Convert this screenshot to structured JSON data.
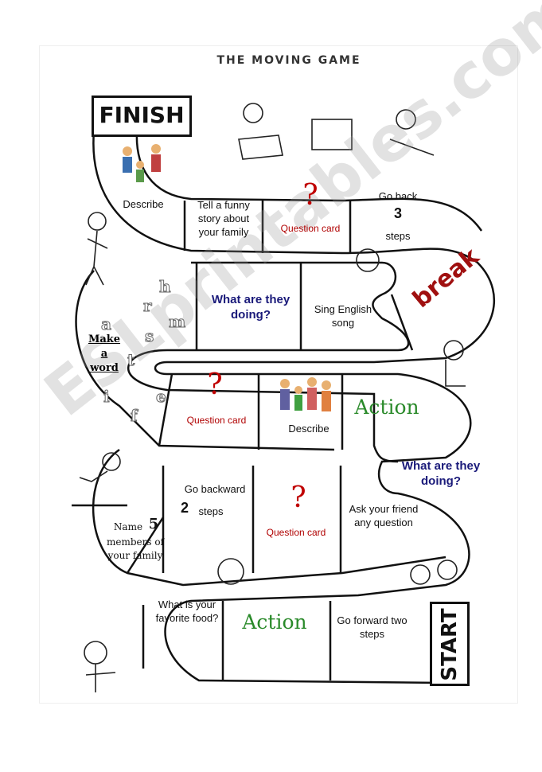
{
  "title": "THE MOVING GAME",
  "finish_label": "FINISH",
  "start_label": "START",
  "break_label": "break",
  "watermark": "ESLprintables.com",
  "make_word": [
    "Make",
    "a",
    "word"
  ],
  "letters": [
    "h",
    "r",
    "a",
    "m",
    "s",
    "t",
    "e",
    "i",
    "f"
  ],
  "squares": {
    "describe_top": "Describe",
    "funny_story": "Tell a funny story about your family",
    "question_1": "Question card",
    "go_back_1": "Go back",
    "go_back_num": "3",
    "go_back_2": "steps",
    "what_doing_1": "What are they doing?",
    "sing": "Sing English song",
    "question_2": "Question card",
    "describe_mid": "Describe",
    "action_1": "Action",
    "what_doing_2": "What are they doing?",
    "go_backward_1": "Go backward",
    "go_backward_num": "2",
    "go_backward_2": "steps",
    "question_3": "Question card",
    "ask_friend": "Ask your friend any question",
    "name_1": "Name",
    "name_num": "5",
    "name_2": "members of your family",
    "favorite_food": "What is your favorite food?",
    "action_2": "Action",
    "go_forward": "Go forward two steps"
  },
  "question_mark": "?",
  "colors": {
    "question": "#b00000",
    "action": "#2a8a2a",
    "blue_text": "#1a1a7a",
    "break": "#a01010"
  }
}
